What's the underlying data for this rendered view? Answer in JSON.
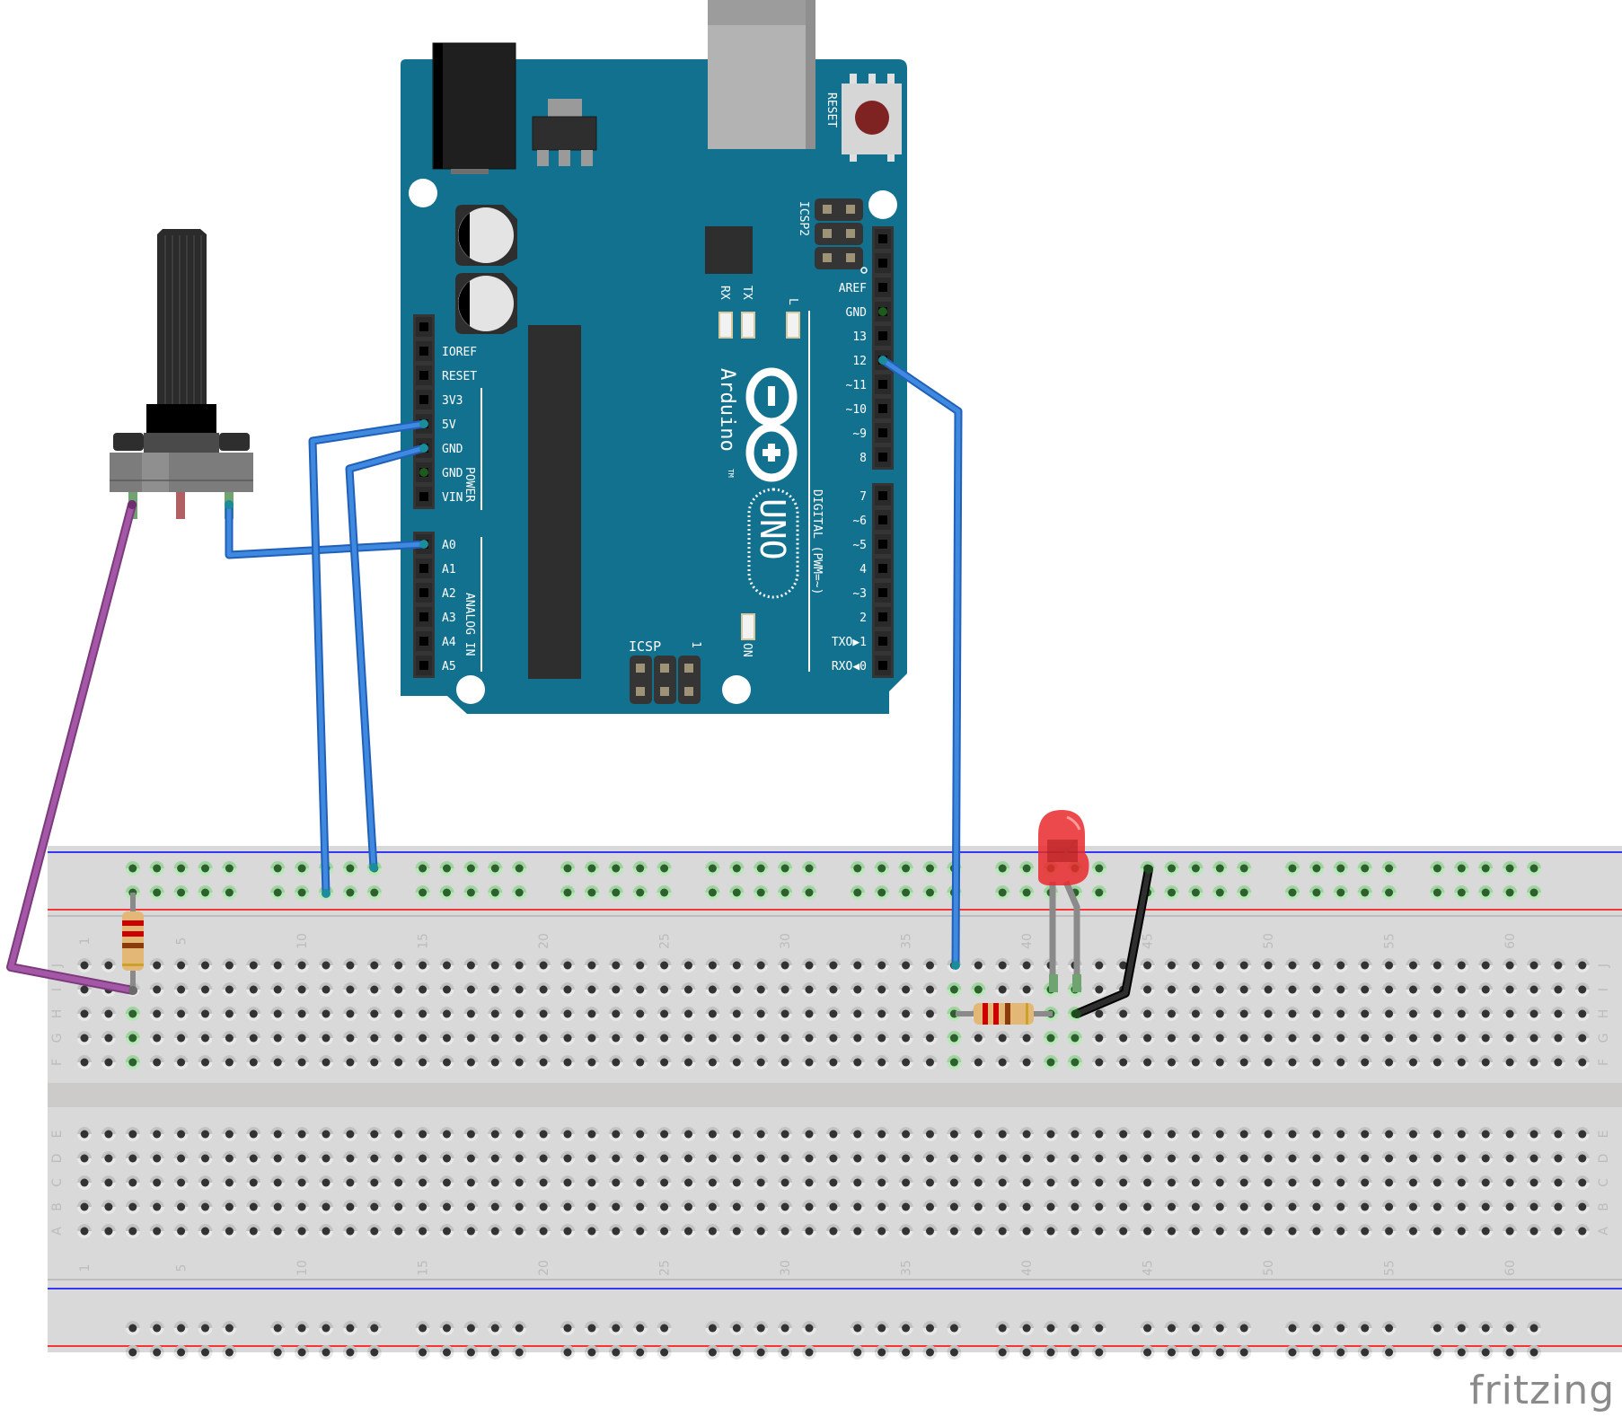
{
  "app": {
    "watermark": "fritzing"
  },
  "arduino": {
    "brand": "Arduino",
    "trademark": "TM",
    "model": "UNO",
    "reset_label": "RESET",
    "icsp_label": "ICSP",
    "icsp2_label": "ICSP2",
    "icsp_pin1_label": "1",
    "led_labels": {
      "rx": "RX",
      "tx": "TX",
      "l": "L",
      "on": "ON"
    },
    "power_group_label": "POWER",
    "analog_group_label": "ANALOG IN",
    "digital_group_label": "DIGITAL (PWM=~)",
    "power_header": [
      "",
      "IOREF",
      "RESET",
      "3V3",
      "5V",
      "GND",
      "GND",
      "VIN"
    ],
    "analog_header": [
      "A0",
      "A1",
      "A2",
      "A3",
      "A4",
      "A5"
    ],
    "digital_header_top": [
      "",
      "",
      "AREF",
      "GND",
      "13",
      "12",
      "~11",
      "~10",
      "~9",
      "8"
    ],
    "digital_header_bottom": [
      "7",
      "~6",
      "~5",
      "4",
      "~3",
      "2",
      "TXO▶1",
      "RXO◀0"
    ],
    "colors": {
      "board": "#137190",
      "header": "#353535",
      "reset_button": "#7f2222"
    }
  },
  "breadboard": {
    "columns": 63,
    "column_number_labels": [
      "1",
      "5",
      "10",
      "15",
      "20",
      "25",
      "30",
      "35",
      "40",
      "45",
      "50",
      "55",
      "60"
    ],
    "top_rows": [
      "J",
      "I",
      "H",
      "G",
      "F"
    ],
    "bottom_rows": [
      "E",
      "D",
      "C",
      "B",
      "A"
    ],
    "colors": {
      "body": "#d9d9d9",
      "hole": "#333333",
      "connected_hole": "#2e5f2e",
      "rail_blue": "#0000ff",
      "rail_red": "#ff0000"
    }
  },
  "components": {
    "potentiometer": {
      "name": "Rotary Potentiometer"
    },
    "resistor_1": {
      "name": "Resistor",
      "bands": [
        "#cc0000",
        "#cc0000",
        "#8b3a0a",
        "#c9a227"
      ]
    },
    "resistor_2": {
      "name": "Resistor",
      "bands": [
        "#cc0000",
        "#cc0000",
        "#8b3a0a",
        "#c9a227"
      ]
    },
    "led": {
      "name": "Red LED",
      "color": "#e8292b"
    }
  },
  "wires": [
    {
      "id": "pot-wiper-to-A0",
      "color": "#2f7fd8",
      "from": "Potentiometer wiper",
      "to": "A0"
    },
    {
      "id": "5V-to-rail",
      "color": "#2f7fd8",
      "from": "5V",
      "to": "Top rail"
    },
    {
      "id": "GND-to-rail",
      "color": "#2f7fd8",
      "from": "GND",
      "to": "Top rail"
    },
    {
      "id": "D12-to-row-J",
      "color": "#2f7fd8",
      "from": "Pin 12",
      "to": "Breadboard J37"
    },
    {
      "id": "pot-to-resistor",
      "color": "#9b4e9c",
      "from": "Potentiometer pin 1",
      "to": "Breadboard I3"
    },
    {
      "id": "led-gnd",
      "color": "#222222",
      "from": "Breadboard H42",
      "to": "Top rail"
    }
  ]
}
